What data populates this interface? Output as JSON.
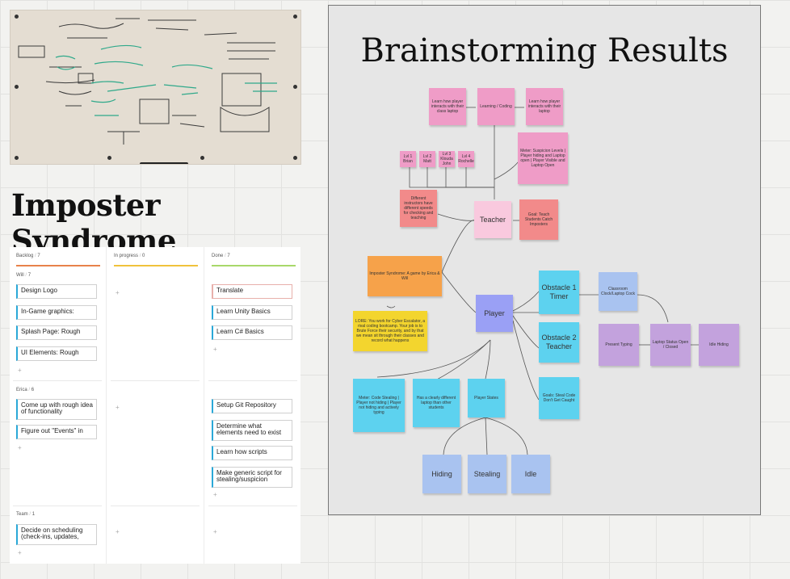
{
  "photo": {
    "name": "whiteboard photo"
  },
  "title": "Imposter Syndrome",
  "kanban": {
    "columns": [
      {
        "name": "Backlog",
        "count": "7",
        "color": "#e8824a"
      },
      {
        "name": "In progress",
        "count": "0",
        "color": "#f0c23c"
      },
      {
        "name": "Done",
        "count": "7",
        "color": "#a8d86a"
      }
    ],
    "lanes": [
      {
        "name": "Will",
        "count": "7"
      },
      {
        "name": "Erica",
        "count": "6"
      },
      {
        "name": "Team",
        "count": "1"
      }
    ],
    "cards": {
      "backlog_will": [
        "Design Logo",
        "In-Game graphics:",
        "Splash Page: Rough",
        "UI Elements: Rough"
      ],
      "done_will": [
        "Translate",
        "Learn Unity Basics",
        "Learn C# Basics"
      ],
      "backlog_erica": [
        "Come up with rough idea of functionality",
        "Figure out \"Events\" in"
      ],
      "done_erica": [
        "Setup Git Repository",
        "Determine what elements need to exist",
        "Learn how scripts",
        "Make generic script for stealing/suspicion"
      ],
      "backlog_team": [
        "Decide on scheduling (check-ins, updates,"
      ]
    },
    "separator": "/",
    "add_symbol": "+"
  },
  "brainstorm": {
    "title": "Brainstorming Results",
    "notes": {
      "top_left": "Learn how player interacts with their class laptop",
      "top_mid": "Learning / Coding",
      "top_right": "Learn how player interacts with their laptop",
      "lvl1": "Lvl 1 Brian",
      "lvl2": "Lvl 2 Matt",
      "lvl3": "Lvl 3 Klouda John",
      "lvl4": "Lvl 4 Rochelle",
      "meter_teacher": "Meter: Suspicion Levels | Player hiding and Laptop open | Player Visible and Laptop Open",
      "instructors": "Different instructors have different speeds for checking and teaching",
      "teacher": "Teacher",
      "goal_teacher": "Goal: Teach Students Catch Imposters",
      "imposter": "Imposter Syndrome: A game by Erica & Will",
      "lore": "LORE: You work for Cyber Escalator, a rival coding bootcamp. Your job is to Brute Force their security, and by that we mean sit through their classes and record what happens",
      "player": "Player",
      "obstacle1": "Obstacle 1 Timer",
      "obstacle2": "Obstacle 2 Teacher",
      "classroom_clock": "Classroom Clock/Laptop Cock",
      "present_typing": "Present Typing",
      "laptop_status": "Laptop Status Open / Closed",
      "idle_hiding": "Idle Hiding",
      "goal_player": "Goals: Steal Code Don't Get Caught",
      "meter_player": "Meter: Code Stealing | Player not hiding | Player not hiding and actively typing",
      "laptop_diff": "Has a clearly different laptop than other students",
      "player_states": "Player States",
      "hiding": "Hiding",
      "stealing": "Stealing",
      "idle": "Idle"
    }
  }
}
